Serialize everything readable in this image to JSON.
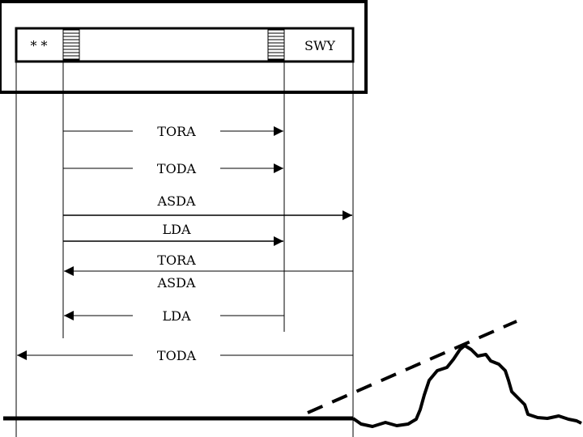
{
  "runway": {
    "left_marker": "* *",
    "right_label": "SWY"
  },
  "distances": [
    {
      "id": "tora-1",
      "label": "TORA"
    },
    {
      "id": "toda-1",
      "label": "TODA"
    },
    {
      "id": "asda-1",
      "label": "ASDA"
    },
    {
      "id": "lda-1",
      "label": "LDA"
    },
    {
      "id": "tora-2",
      "label": "TORA"
    },
    {
      "id": "asda-2",
      "label": "ASDA"
    },
    {
      "id": "lda-2",
      "label": "LDA"
    },
    {
      "id": "toda-2",
      "label": "TODA"
    }
  ]
}
